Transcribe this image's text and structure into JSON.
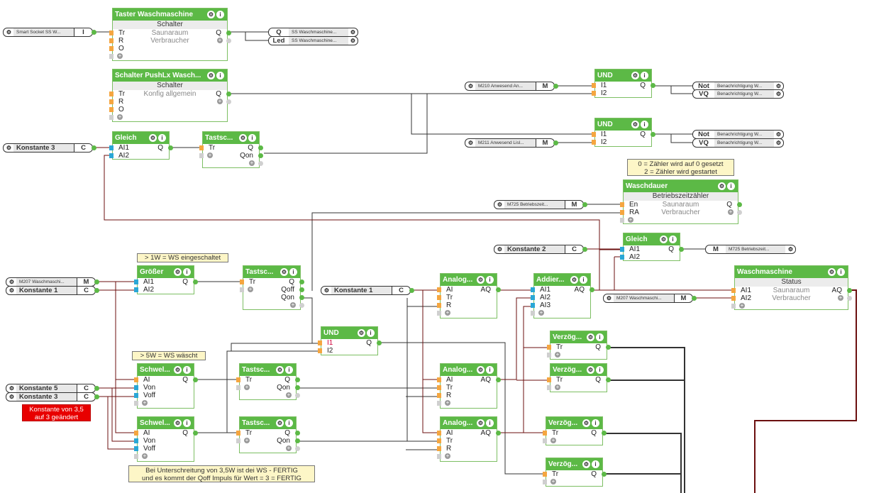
{
  "icons": {
    "gear": "gear-icon",
    "info": "info-icon",
    "plus": "plus-icon"
  },
  "colors": {
    "header_green": "#5cb946",
    "binary_pin": "#f5a640",
    "analog_pin": "#2aa7d6",
    "wire_dark": "#333333",
    "wire_analog": "#6b0f0f",
    "note_bg": "#fdf6c7",
    "alert_bg": "#e80000"
  },
  "blocks": {
    "taster": {
      "title": "Taster Waschmaschine",
      "subtitle": "Schalter",
      "inputs": [
        "Tr",
        "R",
        "O"
      ],
      "outputs": [
        "Q"
      ],
      "mid": [
        "Saunaraum",
        "Verbraucher"
      ]
    },
    "schalter_push": {
      "title": "Schalter PushLx Wasch...",
      "subtitle": "Schalter",
      "inputs": [
        "Tr",
        "R",
        "O"
      ],
      "outputs": [
        "Q"
      ],
      "mid": [
        "Konfig allgemein"
      ]
    },
    "gleich1": {
      "title": "Gleich",
      "inputs": [
        "AI1",
        "AI2"
      ],
      "outputs": [
        "Q"
      ]
    },
    "tast1": {
      "title": "Tastsc...",
      "inputs": [
        "Tr"
      ],
      "outputs": [
        "Q",
        "Qon"
      ]
    },
    "und1": {
      "title": "UND",
      "inputs": [
        "I1",
        "I2"
      ],
      "outputs": [
        "Q"
      ]
    },
    "und2": {
      "title": "UND",
      "inputs": [
        "I1",
        "I2"
      ],
      "outputs": [
        "Q"
      ]
    },
    "waschdauer": {
      "title": "Waschdauer",
      "subtitle": "Betriebszeitzähler",
      "inputs": [
        "En",
        "RA"
      ],
      "outputs": [
        "Q"
      ],
      "mid": [
        "Saunaraum",
        "Verbraucher"
      ]
    },
    "gleich2": {
      "title": "Gleich",
      "inputs": [
        "AI1",
        "AI2"
      ],
      "outputs": [
        "Q"
      ]
    },
    "groesser": {
      "title": "Größer",
      "inputs": [
        "AI1",
        "AI2"
      ],
      "outputs": [
        "Q"
      ]
    },
    "tast2": {
      "title": "Tastsc...",
      "inputs": [
        "Tr"
      ],
      "outputs": [
        "Q",
        "Qoff",
        "Qon"
      ]
    },
    "analog1": {
      "title": "Analog...",
      "inputs": [
        "AI",
        "Tr",
        "R"
      ],
      "outputs": [
        "AQ"
      ]
    },
    "addier": {
      "title": "Addier...",
      "inputs": [
        "AI1",
        "AI2",
        "AI3"
      ],
      "outputs": [
        "AQ"
      ]
    },
    "waschmaschine": {
      "title": "Waschmaschine",
      "subtitle": "Status",
      "inputs": [
        "AI1",
        "AI2"
      ],
      "outputs": [
        "AQ"
      ],
      "mid": [
        "Saunaraum",
        "Verbraucher"
      ]
    },
    "und3": {
      "title": "UND",
      "inputs": [
        "I1",
        "I2"
      ],
      "outputs": [
        "Q"
      ]
    },
    "schwel1": {
      "title": "Schwel...",
      "inputs": [
        "AI",
        "Von",
        "Voff"
      ],
      "outputs": [
        "Q"
      ]
    },
    "schwel2": {
      "title": "Schwel...",
      "inputs": [
        "AI",
        "Von",
        "Voff"
      ],
      "outputs": [
        "Q"
      ]
    },
    "tast3": {
      "title": "Tastsc...",
      "inputs": [
        "Tr"
      ],
      "outputs": [
        "Q",
        "Qon"
      ]
    },
    "tast4": {
      "title": "Tastsc...",
      "inputs": [
        "Tr"
      ],
      "outputs": [
        "Q",
        "Qon"
      ]
    },
    "analog2": {
      "title": "Analog...",
      "inputs": [
        "AI",
        "Tr",
        "R"
      ],
      "outputs": [
        "AQ"
      ]
    },
    "analog3": {
      "title": "Analog...",
      "inputs": [
        "AI",
        "Tr",
        "R"
      ],
      "outputs": [
        "AQ"
      ]
    },
    "verz1": {
      "title": "Verzög...",
      "inputs": [
        "Tr"
      ],
      "outputs": [
        "Q"
      ]
    },
    "verz2": {
      "title": "Verzög...",
      "inputs": [
        "Tr"
      ],
      "outputs": [
        "Q"
      ]
    },
    "verz3": {
      "title": "Verzög...",
      "inputs": [
        "Tr"
      ],
      "outputs": [
        "Q"
      ]
    },
    "verz4": {
      "title": "Verzög...",
      "inputs": [
        "Tr"
      ],
      "outputs": [
        "Q"
      ]
    }
  },
  "connectors": {
    "smart_socket": {
      "name": "Smart Socket SS W...",
      "tag": "I"
    },
    "ss_q": {
      "tag": "Q",
      "name": "SS Waschmaschine..."
    },
    "ss_led": {
      "tag": "Led",
      "name": "SS Waschmaschine..."
    },
    "m210": {
      "name": "M210 Anwesend An...",
      "tag": "M"
    },
    "m211": {
      "name": "M211 Anwesend Lisl...",
      "tag": "M"
    },
    "not1": {
      "tag": "Not",
      "name": "Benachrichtigung W..."
    },
    "vq1": {
      "tag": "VQ",
      "name": "Benachrichtigung W..."
    },
    "not2": {
      "tag": "Not",
      "name": "Benachrichtigung W..."
    },
    "vq2": {
      "tag": "VQ",
      "name": "Benachrichtigung W..."
    },
    "konst3_top": {
      "name": "Konstante 3",
      "tag": "C"
    },
    "m725_in": {
      "name": "M725 Betriebszeit...",
      "tag": "M"
    },
    "konst2": {
      "name": "Konstante 2",
      "tag": "C"
    },
    "m725_out": {
      "tag": "M",
      "name": "M725 Betriebszeit..."
    },
    "m207_a": {
      "name": "M207 Waschmaschi...",
      "tag": "M"
    },
    "konst1_a": {
      "name": "Konstante 1",
      "tag": "C"
    },
    "konst1_b": {
      "name": "Konstante 1",
      "tag": "C"
    },
    "m207_b": {
      "name": "M207 Waschmaschi...",
      "tag": "M"
    },
    "konst5": {
      "name": "Konstante 5",
      "tag": "C"
    },
    "konst3_bot": {
      "name": "Konstante 3",
      "tag": "C"
    }
  },
  "notes": {
    "zaehler": [
      "0 = Zähler wird auf 0 gesetzt",
      "2 = Zähler wird gestartet"
    ],
    "eingeschaltet": [
      "> 1W = WS eingeschaltet"
    ],
    "waescht": [
      "> 5W = WS wäscht"
    ],
    "konstante_geaendert": [
      "Konstante von 3,5",
      "auf 3 geändert"
    ],
    "fertig": [
      "Bei Unterschreitung von 3,5W ist dei WS - FERTIG",
      "und es kommt der Qoff Impuls für Wert = 3 = FERTIG"
    ]
  }
}
